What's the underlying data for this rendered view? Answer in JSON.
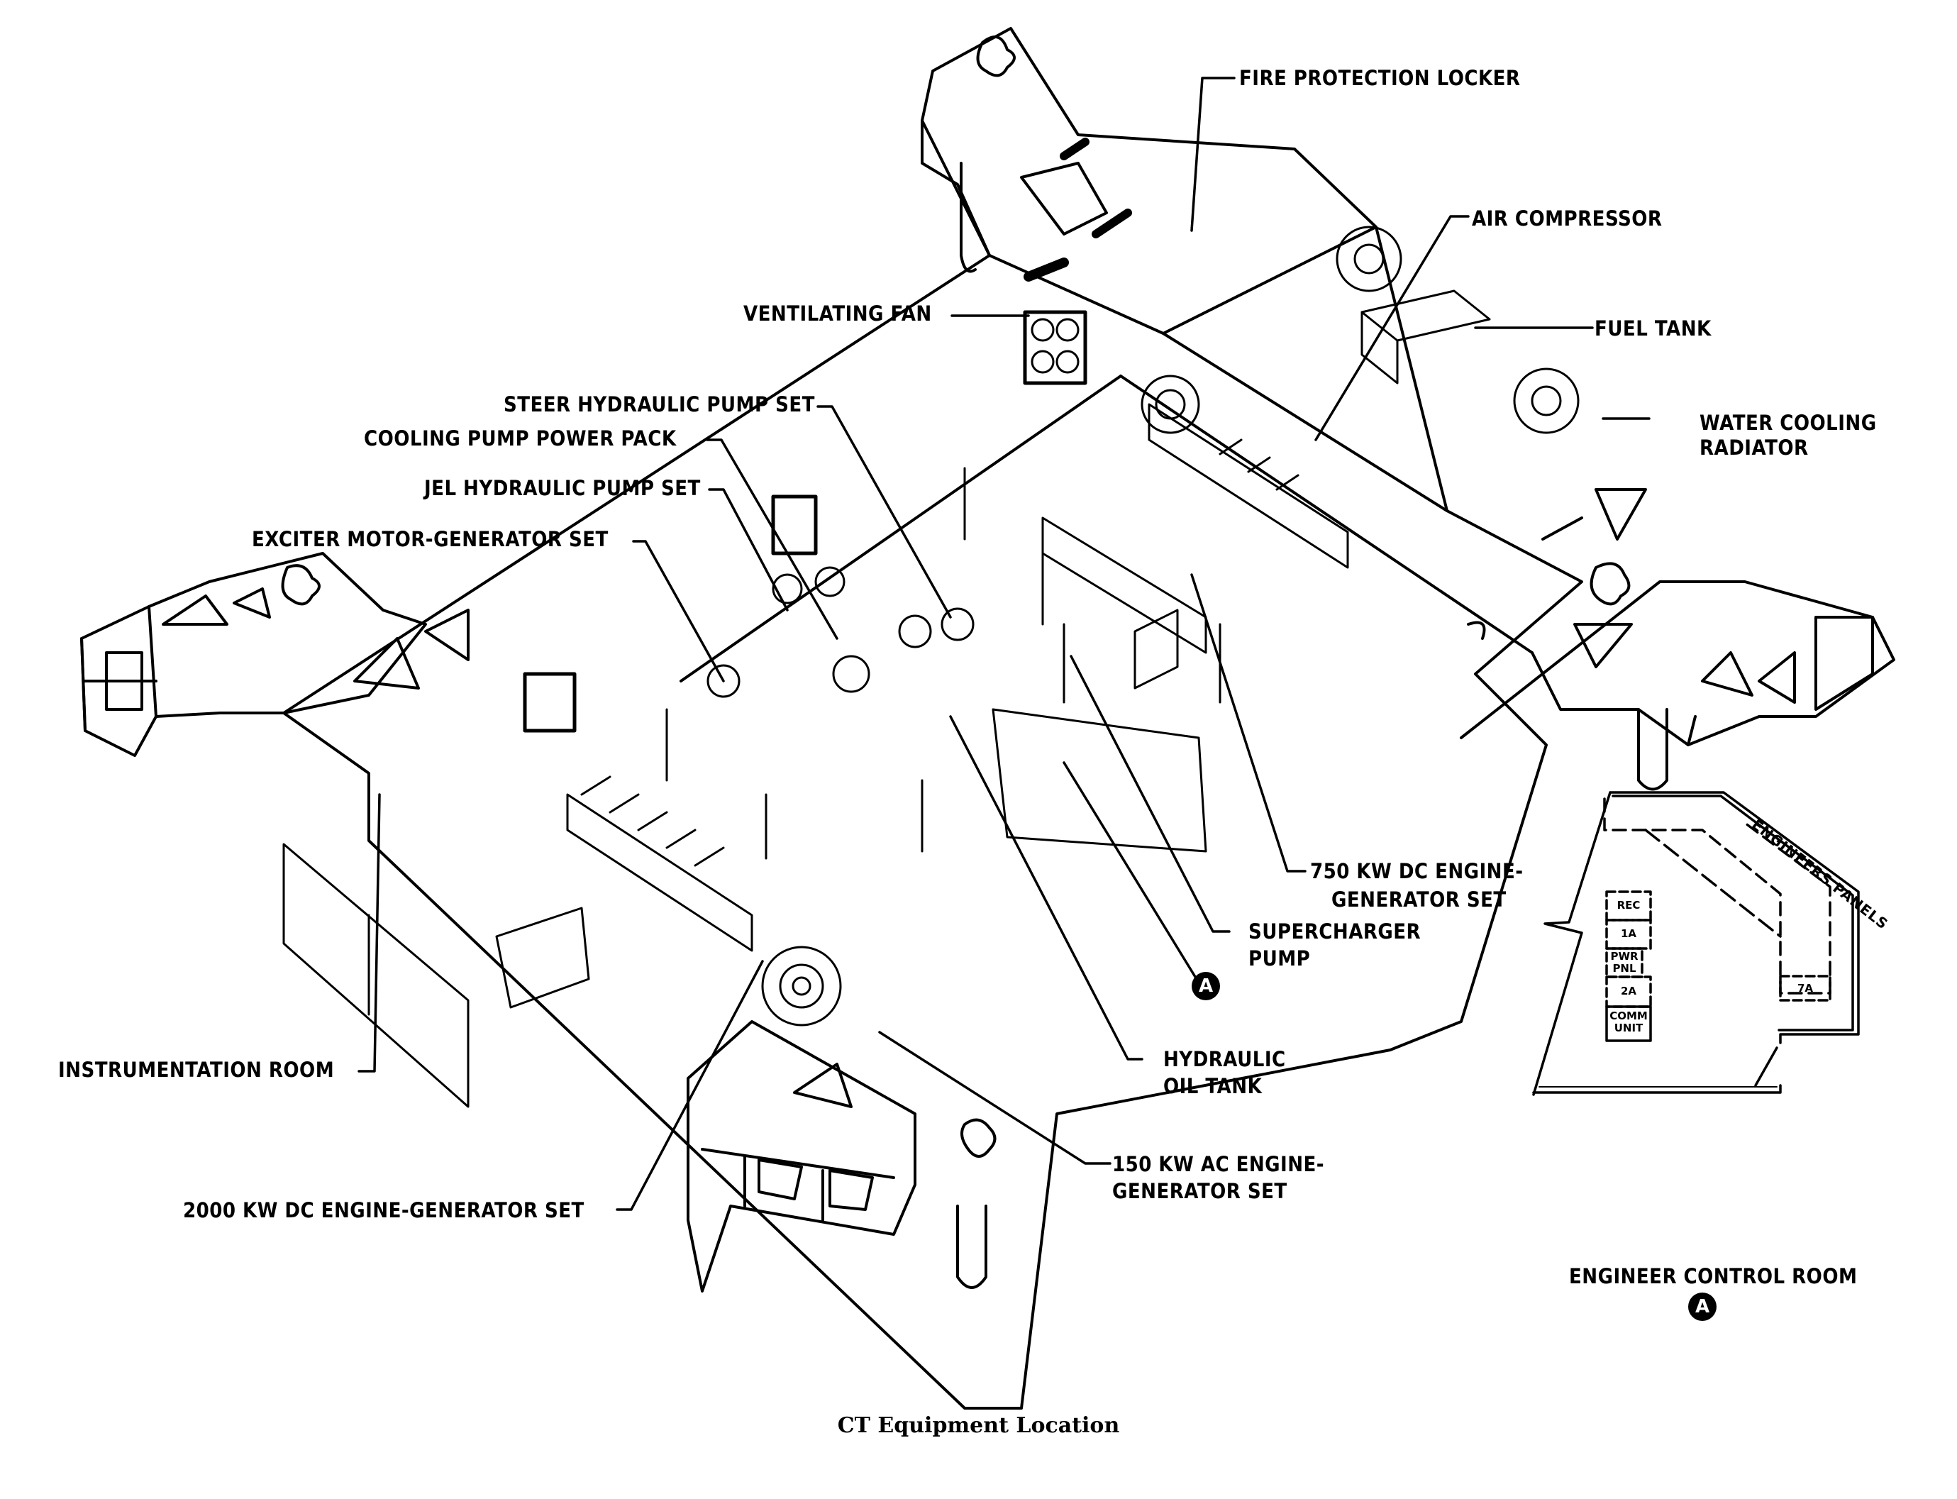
{
  "figure": {
    "caption": "CT Equipment Location",
    "subject": "Crawler-Transporter cutaway"
  },
  "callouts": {
    "fire_protection_locker": "FIRE PROTECTION LOCKER",
    "air_compressor": "AIR COMPRESSOR",
    "fuel_tank": "FUEL TANK",
    "water_cooling_radiator_1": "WATER COOLING",
    "water_cooling_radiator_2": "RADIATOR",
    "ventilating_fan": "VENTILATING FAN",
    "steer_hydraulic_pump_set": "STEER HYDRAULIC PUMP SET",
    "cooling_pump_power_pack": "COOLING PUMP POWER PACK",
    "jel_hydraulic_pump_set": "JEL HYDRAULIC PUMP SET",
    "exciter_motor_generator_set": "EXCITER MOTOR-GENERATOR SET",
    "dc750_1": "750 KW DC ENGINE-",
    "dc750_2": "GENERATOR SET",
    "supercharger_pump_1": "SUPERCHARGER",
    "supercharger_pump_2": "PUMP",
    "hydraulic_oil_tank_1": "HYDRAULIC",
    "hydraulic_oil_tank_2": "OIL TANK",
    "instrumentation_room": "INSTRUMENTATION ROOM",
    "ac150_1": "150 KW AC ENGINE-",
    "ac150_2": "GENERATOR SET",
    "dc2000": "2000 KW DC ENGINE-GENERATOR SET"
  },
  "markers": {
    "detail_ref": "A"
  },
  "inset": {
    "title": "ENGINEER CONTROL ROOM",
    "marker": "A",
    "engineers_panels": "ENGINEERS PANELS",
    "panels": [
      {
        "id": "rec",
        "line1": "REC",
        "line2": ""
      },
      {
        "id": "1a",
        "line1": "1A",
        "line2": ""
      },
      {
        "id": "pwr-pnl",
        "line1": "PWR",
        "line2": "PNL"
      },
      {
        "id": "2a",
        "line1": "2A",
        "line2": ""
      },
      {
        "id": "comm-unit",
        "line1": "COMM",
        "line2": "UNIT"
      },
      {
        "id": "7a",
        "line1": "7A",
        "line2": ""
      }
    ]
  }
}
